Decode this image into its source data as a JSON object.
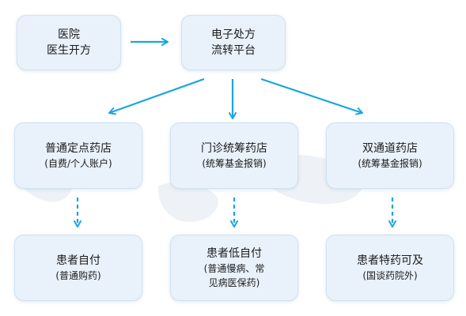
{
  "colors": {
    "box_fill": "#e9f2fb",
    "box_border": "#cfe2f3",
    "arrow": "#1ba6e0",
    "text": "#1b1b1b"
  },
  "top": {
    "hospital": {
      "line1": "医院",
      "line2": "医生开方"
    },
    "platform": {
      "line1": "电子处方",
      "line2": "流转平台"
    }
  },
  "pharmacies": [
    {
      "name": "普通定点药店",
      "note": "(自费/个人账户)"
    },
    {
      "name": "门诊统筹药店",
      "note": "(统筹基金报销)"
    },
    {
      "name": "双通道药店",
      "note": "(统筹基金报销)"
    }
  ],
  "outcomes": [
    {
      "title": "患者自付",
      "note_lines": [
        "(普通购药)"
      ]
    },
    {
      "title": "患者低自付",
      "note_lines": [
        "(普通慢病、常",
        "见病医保药)"
      ]
    },
    {
      "title": "患者特药可及",
      "note_lines": [
        "(国谈药院外)"
      ]
    }
  ]
}
